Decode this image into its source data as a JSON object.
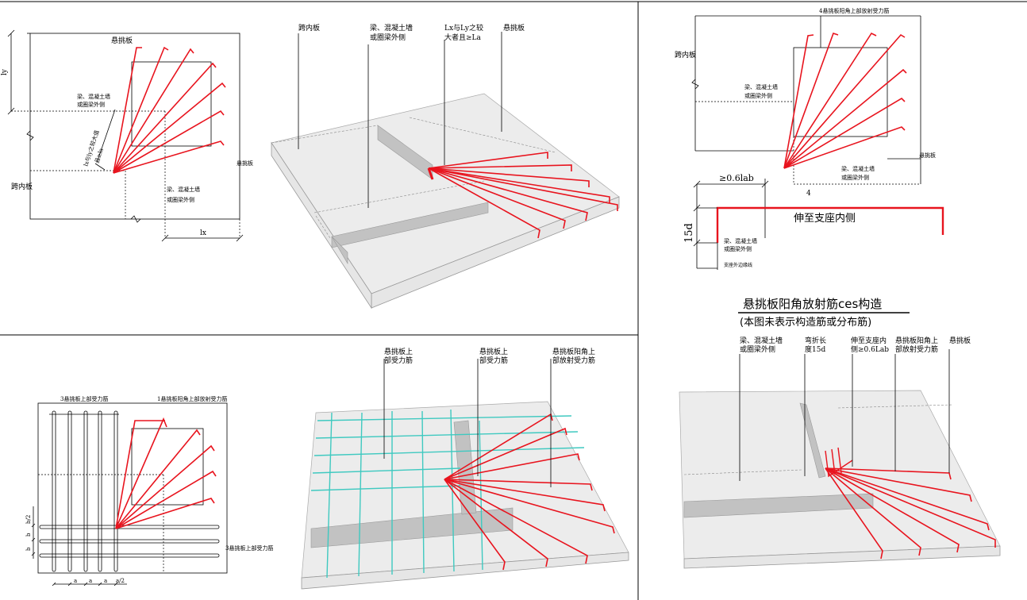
{
  "top_left_plan": {
    "labels": {
      "cantilever": "悬挑板",
      "ly": "ly",
      "beam_wall_1": "梁、混凝土墙",
      "beam_wall_1b": "或圈梁外侧",
      "condition": "lx与ly之较大值",
      "condition_b": "且≥la",
      "cantilever_right": "悬挑板",
      "interior_slab": "跨内板",
      "beam_wall_2": "梁、混凝土墙",
      "beam_wall_2b": "或圈梁外侧",
      "lx": "lx"
    }
  },
  "top_mid_3d": {
    "labels": {
      "interior_slab": "跨内板",
      "beam_wall": "梁、混凝土墙",
      "beam_wall_b": "或圈梁外侧",
      "lx_ly": "Lx与Ly之较",
      "lx_ly_b": "大者且≥La",
      "cantilever": "悬挑板"
    }
  },
  "top_right_section": {
    "labels": {
      "radial_bars": "4悬挑板阳角上部放射受力筋",
      "interior_slab": "跨内板",
      "beam_wall": "梁、混凝土墙",
      "beam_wall_b": "或圈梁外侧",
      "cantilever": "悬挑板",
      "beam_wall_2": "梁、混凝土墙",
      "beam_wall_2b": "或圈梁外侧",
      "num4": "4",
      "dim_06lab": "≥0.6lab",
      "extend_to_support": "伸至支座内侧",
      "dim_15d": "15d",
      "beam_wall_3": "梁、混凝土墙",
      "beam_wall_3b": "或圈梁外侧",
      "support_edge": "支座外边缘线"
    },
    "title": "悬挑板阳角放射筋ces构造",
    "subtitle": "(本图未表示构造筋或分布筋)"
  },
  "bottom_left_plan": {
    "labels": {
      "bars3_top": "3悬挑板上部受力筋",
      "bars1_radial": "1悬挑板阳角上部放射受力筋",
      "bars3_right": "3悬挑板上部受力筋",
      "b_half": "b/2",
      "b1": "b",
      "b2": "b",
      "a1": "a",
      "a2": "a",
      "a3": "a",
      "a_half": "a/2"
    }
  },
  "bottom_mid_3d": {
    "labels": {
      "c1": "悬挑板上",
      "c1b": "部受力筋",
      "c2": "悬挑板上",
      "c2b": "部受力筋",
      "c3": "悬挑板阳角上",
      "c3b": "部放射受力筋"
    }
  },
  "bottom_right_3d": {
    "labels": {
      "beam_wall": "梁、混凝土墙",
      "beam_wall_b": "或圈梁外侧",
      "bend": "弯折长",
      "bend_b": "度15d",
      "extend": "伸至支座内",
      "extend_b": "侧≥0.6Lab",
      "radial": "悬挑板阳角上",
      "radial_b": "部放射受力筋",
      "cantilever": "悬挑板"
    }
  },
  "colors": {
    "rebar": "#e8141e",
    "distribution_bar": "#3fc9c0",
    "slab": "#e6e6e6"
  }
}
